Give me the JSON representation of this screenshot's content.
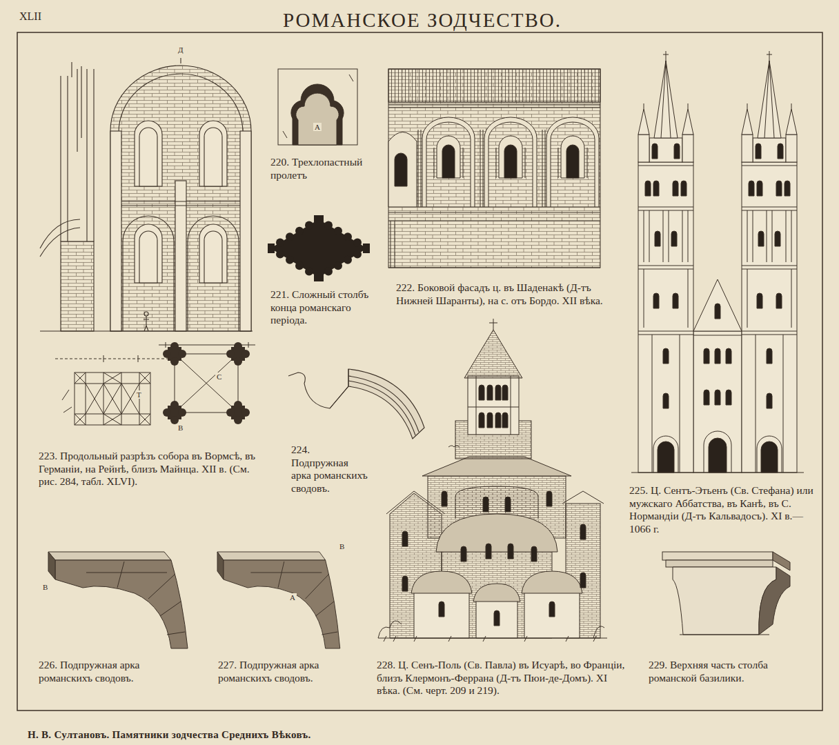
{
  "diagram": {
    "title": "РОМАНСКОЕ ЗОДЧЕСТВО.",
    "caption": "Н. В. Султановъ. Памятники зодчества Среднихъ Вѣковъ.",
    "labels": [
      "XLII",
      "220. Трехлопастный пролетъ",
      "221. Сложный столбъ конца романскаго періода.",
      "222. Боковой фасадъ ц. въ Шаденакѣ (Д-тъ Нижней Шаранты), на с. отъ Бордо. XII вѣка.",
      "223. Продольный разрѣзъ собора въ Вормсѣ, въ Германіи, на Рейнѣ, близъ Майнца. XII в. (См. рис. 284, табл. XLVI).",
      "224. Подпружная арка романскихъ сводовъ.",
      "225. Ц. Сентъ-Этьенъ (Св. Стефана) или мужскаго Аббатства, въ Канѣ, въ С. Нормандіи (Д-тъ Кальвадосъ). XI в.—1066 г.",
      "226. Подпружная арка романскихъ сводовъ.",
      "227. Подпружная арка романскихъ сводовъ.",
      "228. Ц. Сенъ-Поль (Св. Павла) въ Исуарѣ, во Франціи, близъ Клермонъ-Феррана (Д-тъ Пюи-де-Домъ). XI вѣка. (См. черт. 209 и 219).",
      "229. Верхняя часть столба романской базилики.",
      "А",
      "Д",
      "Т",
      "С",
      "В",
      "В",
      "В",
      "А"
    ]
  }
}
